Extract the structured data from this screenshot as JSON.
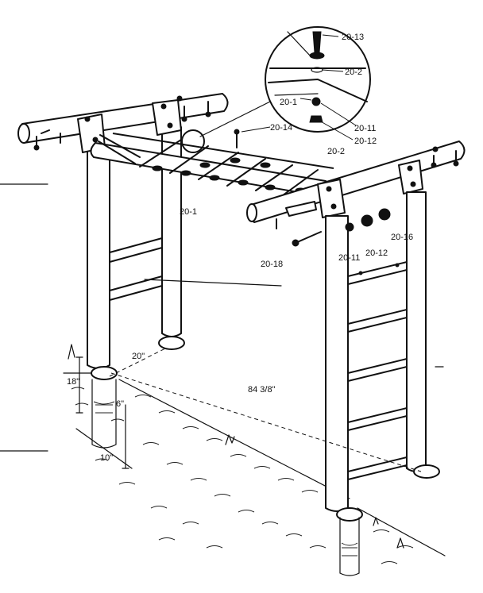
{
  "diagram": {
    "part_labels": {
      "p2013": "20-13",
      "p202_inset": "20-2",
      "p201_inset": "20-1",
      "p2011_inset": "20-11",
      "p2012_inset": "20-12",
      "p2014": "20-14",
      "p202": "20-2",
      "p201": "20-1",
      "p2011": "20-11",
      "p2012": "20-12",
      "p2016": "20-16",
      "p2018": "20-18"
    },
    "dimensions": {
      "depth": "20\"",
      "length": "84 3/8\"",
      "hole_depth": "18\"",
      "concrete_depth": "6\"",
      "hole_width": "10\""
    }
  }
}
